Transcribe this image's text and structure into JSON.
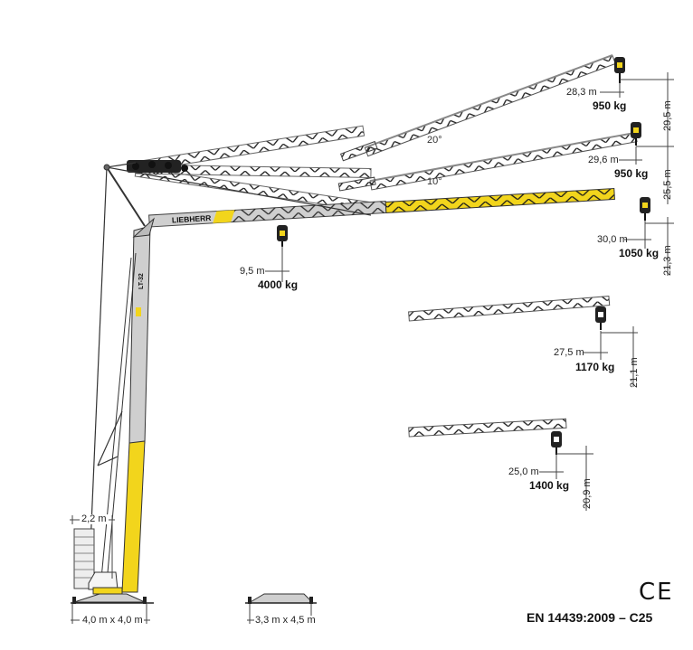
{
  "diagram": {
    "type": "tower-crane-load-chart",
    "brand": "LIEBHERR",
    "model_marking": "LT-32",
    "colors": {
      "accent_yellow": "#f2d51c",
      "lattice_grey": "#c8c8c8",
      "line": "#1a1a1a",
      "dim_line": "#444444"
    }
  },
  "angles": {
    "luff_20": "20°",
    "luff_10": "10°"
  },
  "configurations": [
    {
      "id": "luffed-20",
      "radius": "28,3 m",
      "load": "950 kg",
      "hook_height": "29,5 m"
    },
    {
      "id": "luffed-10",
      "radius": "29,6 m",
      "load": "950 kg",
      "hook_height": "25,5 m"
    },
    {
      "id": "horizontal-full",
      "radius": "30,0 m",
      "load": "1050 kg",
      "hook_height": "21,3 m"
    },
    {
      "id": "horizontal-inner",
      "radius": "9,5 m",
      "load": "4000 kg"
    },
    {
      "id": "reduced-27",
      "radius": "27,5 m",
      "load": "1170 kg",
      "hook_height": "21,1 m"
    },
    {
      "id": "reduced-25",
      "radius": "25,0 m",
      "load": "1400 kg",
      "hook_height": "20,9 m"
    }
  ],
  "base": {
    "counter_width": "2,2 m",
    "support_main": "4,0 m x 4,0 m",
    "support_transport": "3,3 m x 4,5 m"
  },
  "footer": {
    "ce_mark": "CE",
    "norm": "EN 14439:2009 – C25"
  }
}
